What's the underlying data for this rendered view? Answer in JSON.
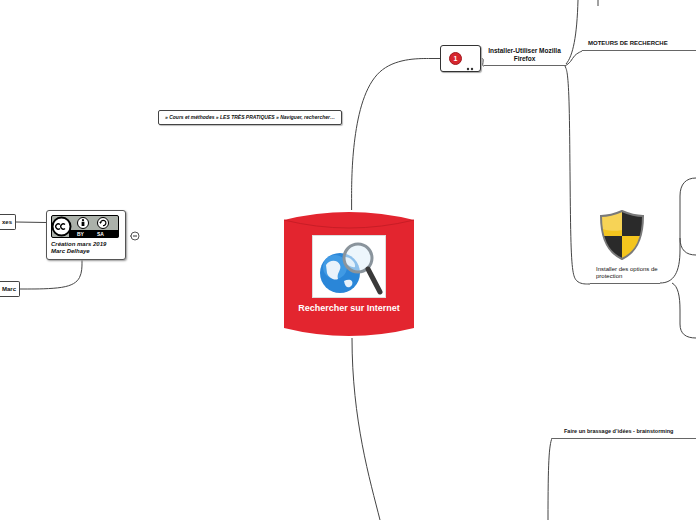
{
  "diagram": {
    "nodes": [
      {
        "text": [
          "Rechercher sur Internet"
        ]
      },
      {
        "text": [
          "» Cours et méthodes » LES TRÈS PRATIQUES » Naviguer, rechercher…"
        ]
      },
      {
        "text": [
          "Création mars 2019 Marc Delhaye"
        ]
      },
      {
        "text": [
          "xes"
        ]
      },
      {
        "text": [
          "Marc"
        ]
      },
      {
        "text": [
          "1"
        ]
      },
      {
        "text": [
          "Installer-Utiliser Mozilla Firefox"
        ]
      },
      {
        "text": [
          "MOTEURS DE RECHERCHE"
        ]
      },
      {
        "text": [
          "Installer des options de protection"
        ]
      },
      {
        "text": [
          "Faire un brassage d’idées - brainstorming"
        ]
      }
    ],
    "edges": [
      {
        "from": 0,
        "to": 5,
        "arrow": "none"
      },
      {
        "from": 5,
        "to": 6,
        "arrow": "none"
      },
      {
        "from": 6,
        "to": 7,
        "arrow": "none"
      },
      {
        "from": 6,
        "to": 8,
        "arrow": "none"
      },
      {
        "from": 2,
        "to": 3,
        "arrow": "none"
      },
      {
        "from": 2,
        "to": 4,
        "arrow": "none"
      }
    ],
    "labels": [
      "BY",
      "SA"
    ]
  }
}
